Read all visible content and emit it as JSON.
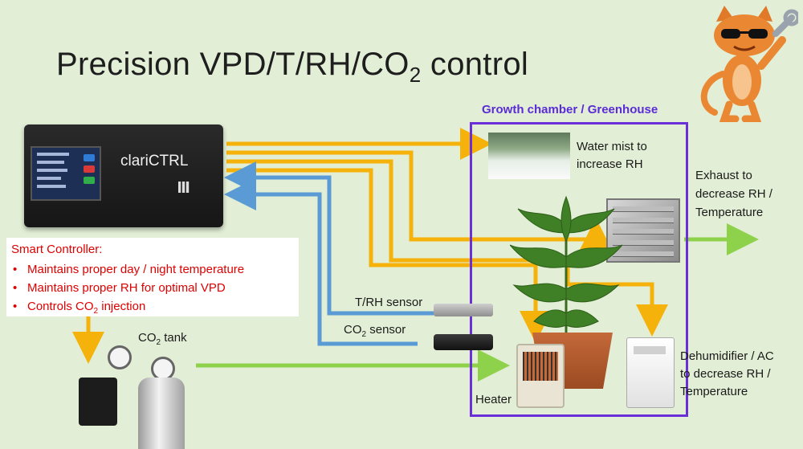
{
  "title": {
    "main": "Precision VPD/T/RH/CO",
    "sub": "2",
    "tail": " control"
  },
  "chamber": {
    "label": "Growth chamber / Greenhouse"
  },
  "controller": {
    "brand": "clariCTRL"
  },
  "smart_controller": {
    "title": "Smart Controller:",
    "bullets": [
      {
        "text": "Maintains proper day / night temperature"
      },
      {
        "text": "Maintains proper RH for optimal VPD"
      },
      {
        "text_before": "Controls CO",
        "sub": "2",
        "text_after": " injection"
      }
    ]
  },
  "labels": {
    "mist": {
      "line1": "Water mist to",
      "line2": "increase RH"
    },
    "exhaust": {
      "line1": "Exhaust to",
      "line2": "decrease RH /",
      "line3": "Temperature"
    },
    "dehumidifier": {
      "line1": "Dehumidifier / AC",
      "line2": "to decrease RH /",
      "line3": "Temperature"
    },
    "heater": "Heater",
    "trh_sensor": "T/RH sensor",
    "co2_sensor": {
      "before": "CO",
      "sub": "2",
      "after": " sensor"
    },
    "co2_tank": {
      "before": "CO",
      "sub": "2",
      "after": " tank"
    }
  },
  "colors": {
    "control_line": "#f5b20a",
    "sensor_line": "#5b9bd5",
    "flow_line": "#8ed14a",
    "chamber_border": "#6a2fd8",
    "alert_text": "#e00000"
  },
  "icons": [
    "controller-device",
    "water-mist-image",
    "exhaust-fan-image",
    "cannabis-plant-image",
    "heater-image",
    "dehumidifier-image",
    "trh-sensor-image",
    "co2-sensor-image",
    "co2-tank-image",
    "solenoid-valve-image",
    "mascot-cat-icon"
  ]
}
